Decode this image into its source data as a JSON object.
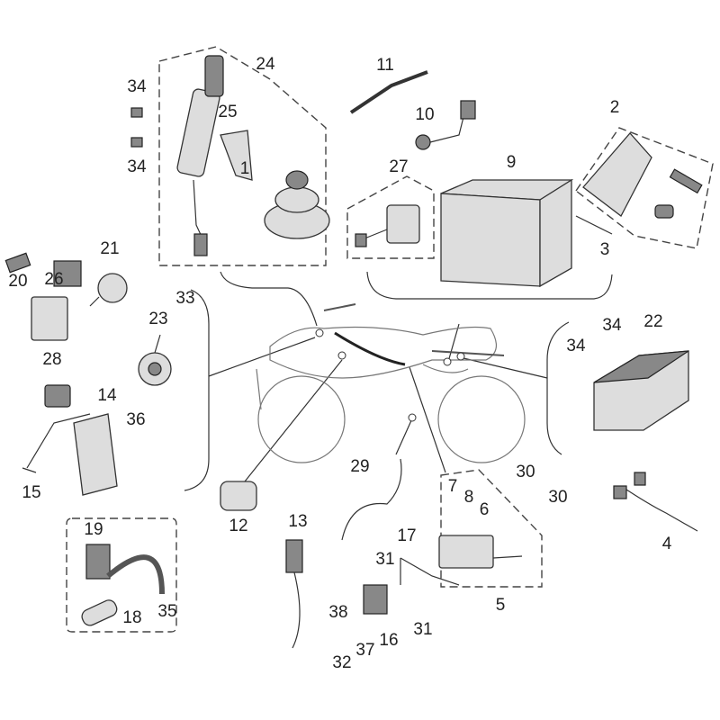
{
  "diagram": {
    "labels": [
      {
        "id": "24",
        "text": "24"
      },
      {
        "id": "34a",
        "text": "34"
      },
      {
        "id": "34b",
        "text": "34"
      },
      {
        "id": "25",
        "text": "25"
      },
      {
        "id": "1",
        "text": "1"
      },
      {
        "id": "11",
        "text": "11"
      },
      {
        "id": "10",
        "text": "10"
      },
      {
        "id": "27",
        "text": "27"
      },
      {
        "id": "9",
        "text": "9"
      },
      {
        "id": "2",
        "text": "2"
      },
      {
        "id": "3",
        "text": "3"
      },
      {
        "id": "20",
        "text": "20"
      },
      {
        "id": "26",
        "text": "26"
      },
      {
        "id": "21",
        "text": "21"
      },
      {
        "id": "33",
        "text": "33"
      },
      {
        "id": "23",
        "text": "23"
      },
      {
        "id": "28",
        "text": "28"
      },
      {
        "id": "14",
        "text": "14"
      },
      {
        "id": "36",
        "text": "36"
      },
      {
        "id": "15",
        "text": "15"
      },
      {
        "id": "34c",
        "text": "34"
      },
      {
        "id": "22",
        "text": "22"
      },
      {
        "id": "34d",
        "text": "34"
      },
      {
        "id": "12",
        "text": "12"
      },
      {
        "id": "29",
        "text": "29"
      },
      {
        "id": "7",
        "text": "7"
      },
      {
        "id": "8",
        "text": "8"
      },
      {
        "id": "6",
        "text": "6"
      },
      {
        "id": "30a",
        "text": "30"
      },
      {
        "id": "30b",
        "text": "30"
      },
      {
        "id": "4",
        "text": "4"
      },
      {
        "id": "19",
        "text": "19"
      },
      {
        "id": "18",
        "text": "18"
      },
      {
        "id": "35",
        "text": "35"
      },
      {
        "id": "13",
        "text": "13"
      },
      {
        "id": "17",
        "text": "17"
      },
      {
        "id": "31a",
        "text": "31"
      },
      {
        "id": "5",
        "text": "5"
      },
      {
        "id": "31b",
        "text": "31"
      },
      {
        "id": "38",
        "text": "38"
      },
      {
        "id": "16",
        "text": "16"
      },
      {
        "id": "37",
        "text": "37"
      },
      {
        "id": "32",
        "text": "32"
      }
    ]
  }
}
